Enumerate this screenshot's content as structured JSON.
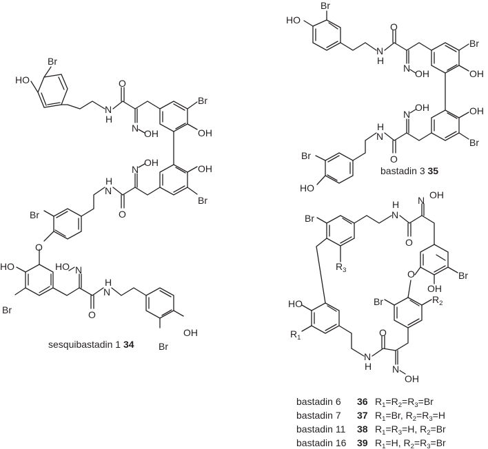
{
  "figure": {
    "background": "#ffffff",
    "ink_color": "#231f20"
  },
  "compounds": [
    {
      "id": "34",
      "name": "sesquibastadin 1",
      "caption_name": "sesquibastadin 1",
      "caption_number": "34",
      "atoms": [
        "HO",
        "Br",
        "O",
        "N",
        "H",
        "N",
        "OH",
        "Br",
        "OH",
        "OH",
        "N",
        "OH",
        "H",
        "N",
        "O",
        "Br",
        "Br",
        "O",
        "HO",
        "HO",
        "N",
        "Br",
        "H",
        "N",
        "O",
        "OH",
        "Br"
      ]
    },
    {
      "id": "35",
      "name": "bastadin 3",
      "caption_name": "bastadin 3",
      "caption_number": "35",
      "atoms": [
        "HO",
        "Br",
        "O",
        "N",
        "H",
        "N",
        "OH",
        "Br",
        "OH",
        "OH",
        "N",
        "OH",
        "H",
        "N",
        "O",
        "Br",
        "Br",
        "HO"
      ]
    },
    {
      "id": "36-39",
      "name": "bastadin macrocycle scaffold",
      "atoms": [
        "Br",
        "H",
        "N",
        "O",
        "N",
        "OH",
        "R3",
        "O",
        "OH",
        "Br",
        "HO",
        "Br",
        "R2",
        "R1",
        "O",
        "N",
        "H",
        "N",
        "OH"
      ]
    }
  ],
  "legend": [
    {
      "name": "bastadin 6",
      "number": "36",
      "substituents": "R1=R2=R3=Br",
      "parts": [
        [
          "R",
          "1"
        ],
        [
          "=",
          ""
        ],
        [
          "R",
          "2"
        ],
        [
          "=",
          ""
        ],
        [
          "R",
          "3"
        ],
        [
          "=Br",
          ""
        ]
      ]
    },
    {
      "name": "bastadin 7",
      "number": "37",
      "substituents": "R1=Br, R2=R3=H",
      "parts": [
        [
          "R",
          "1"
        ],
        [
          "=Br, ",
          ""
        ],
        [
          "R",
          "2"
        ],
        [
          "=",
          ""
        ],
        [
          "R",
          "3"
        ],
        [
          "=H",
          ""
        ]
      ]
    },
    {
      "name": "bastadin 11",
      "number": "38",
      "substituents": "R1=R3=H, R2=Br",
      "parts": [
        [
          "R",
          "1"
        ],
        [
          "=",
          ""
        ],
        [
          "R",
          "3"
        ],
        [
          "=H, ",
          ""
        ],
        [
          "R",
          "2"
        ],
        [
          "=Br",
          ""
        ]
      ]
    },
    {
      "name": "bastadin 16",
      "number": "39",
      "substituents": "R1=H, R2=R3=Br",
      "parts": [
        [
          "R",
          "1"
        ],
        [
          "=H, ",
          ""
        ],
        [
          "R",
          "2"
        ],
        [
          "=",
          ""
        ],
        [
          "R",
          "3"
        ],
        [
          "=Br",
          ""
        ]
      ]
    }
  ],
  "labels": {
    "HO": "HO",
    "OH": "OH",
    "Br": "Br",
    "O": "O",
    "N": "N",
    "H": "H",
    "R": "R",
    "sub1": "1",
    "sub2": "2",
    "sub3": "3"
  }
}
